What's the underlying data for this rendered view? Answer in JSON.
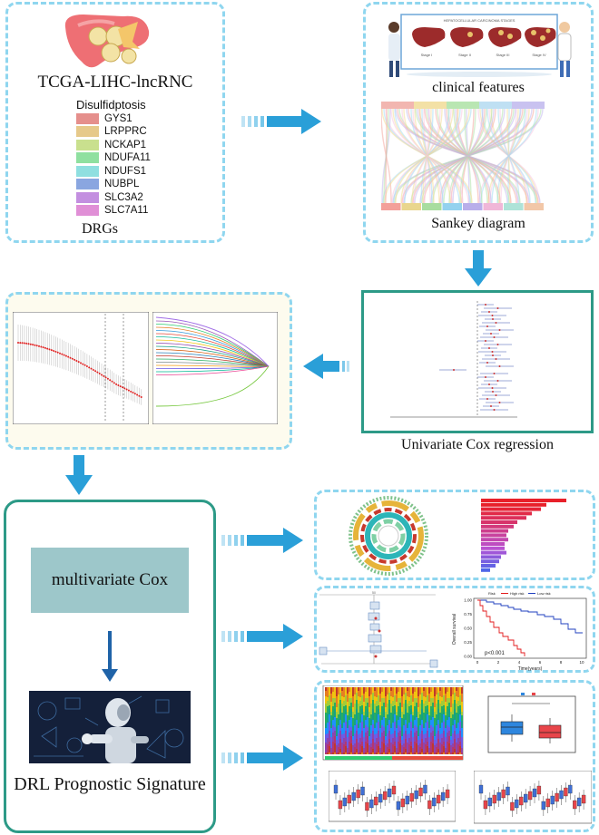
{
  "panel1": {
    "title": "TCGA-LIHC-lncRNC",
    "subtitle": "Disulfidptosis",
    "genes": [
      {
        "name": "GYS1",
        "color": "#e58f8c"
      },
      {
        "name": "LRPPRC",
        "color": "#e6c98a"
      },
      {
        "name": "NCKAP1",
        "color": "#c9e08e"
      },
      {
        "name": "NDUFA11",
        "color": "#8fe0a0"
      },
      {
        "name": "NDUFS1",
        "color": "#8fdfe0"
      },
      {
        "name": "NUBPL",
        "color": "#8aa6e0"
      },
      {
        "name": "SLC3A2",
        "color": "#c38fe0"
      },
      {
        "name": "SLC7A11",
        "color": "#e08fd6"
      }
    ],
    "footer": "DRGs"
  },
  "panel2": {
    "clinical_label": "clinical features",
    "sankey_label": "Sankey diagram",
    "stage_banner": "HEPATOCELLULAR CARCINOMA STAGES",
    "stages": [
      "Stage I",
      "Stage II",
      "Stage III",
      "Stage IV"
    ]
  },
  "panel3": {
    "label": "Univariate Cox regression"
  },
  "panel5": {
    "box_label": "multivariate Cox",
    "signature_label": "DRL Prognostic Signature"
  },
  "km": {
    "legend": [
      "Risk",
      "High risk",
      "Low risk"
    ],
    "ylabel": "Overall survival",
    "xlabel": "Time(years)",
    "pvalue": "p<0.001",
    "yticks": [
      "1.00",
      "0.75",
      "0.50",
      "0.25",
      "0.00"
    ],
    "xticks": [
      "0",
      "2",
      "4",
      "6",
      "8",
      "10"
    ]
  },
  "colors": {
    "dashed_border": "#8fd6ef",
    "solid_border": "#2d9a87",
    "arrow": "#2a9fd8",
    "box_fill": "#9dc7ca"
  }
}
